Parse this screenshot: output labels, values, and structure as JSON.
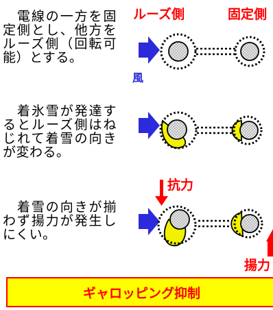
{
  "paragraphs": [
    "　電線の一方を固定側とし、他方をルーズ側（回転可能）とする。",
    "　着氷雪が発達するとルーズ側はねじれて着雪の向きが変わる。",
    "　着雪の向きが揃わず揚力が発生しにくい。"
  ],
  "labels": {
    "loose_side": "ルーズ側",
    "fixed_side": "固定側",
    "wind": "風",
    "drag": "抗力",
    "lift": "揚力"
  },
  "footer": {
    "title": "ギャロッピング抑制"
  },
  "colors": {
    "red": "#ff0000",
    "blue": "#2b2bdc",
    "snow_yellow": "#f2f200",
    "conductor_gray": "#c8c8c8",
    "footer_bg": "#ffff00"
  },
  "icons": [
    "wind-arrow-icon",
    "drag-arrow-icon",
    "lift-arrow-icon"
  ]
}
